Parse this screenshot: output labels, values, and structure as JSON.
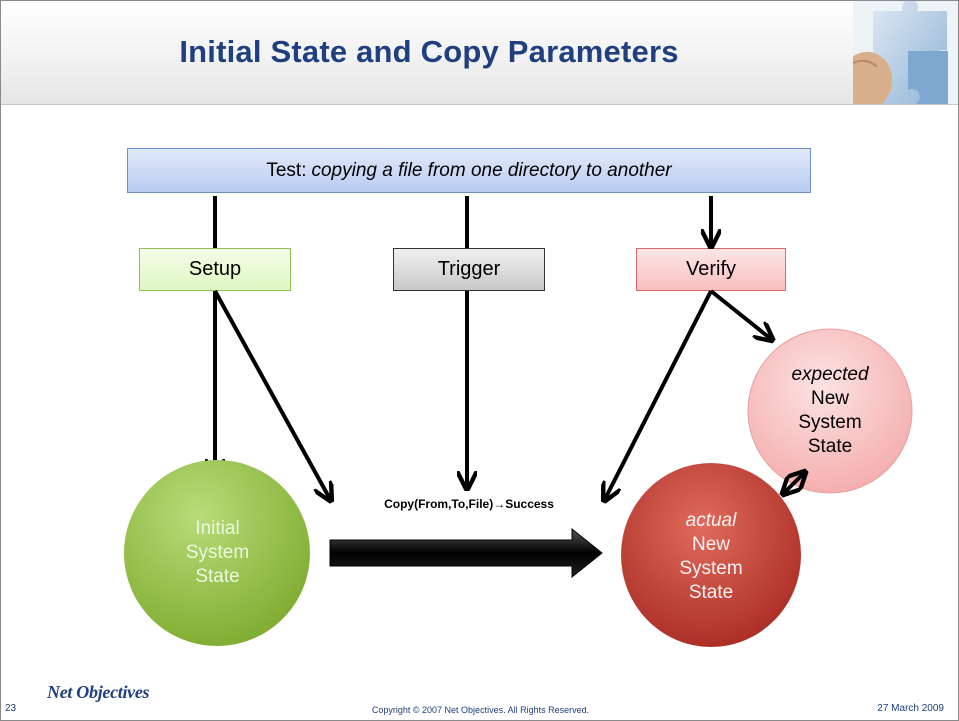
{
  "header": {
    "title": "Initial State and Copy Parameters",
    "image": "puzzle-hand-image"
  },
  "test_box": {
    "prefix": "Test:",
    "description": "copying a file from one directory to another"
  },
  "phases": {
    "setup": "Setup",
    "trigger": "Trigger",
    "verify": "Verify"
  },
  "states": {
    "initial": [
      "Initial",
      "System",
      "State"
    ],
    "actual": {
      "qualifier": "actual",
      "lines": [
        "New",
        "System",
        "State"
      ]
    },
    "expected": {
      "qualifier": "expected",
      "lines": [
        "New",
        "System",
        "State"
      ]
    }
  },
  "operation_label": "Copy(From,To,File)→Success",
  "footer": {
    "slide_number": "23",
    "logo_text": "Net Objectives",
    "copyright": "Copyright © 2007 Net Objectives. All Rights Reserved.",
    "date": "27 March 2009"
  },
  "colors": {
    "title": "#1f3f7f",
    "setup_fill": "#dff7c3",
    "verify_fill": "#f9c0c0",
    "initial_circle": "#8cbf3a",
    "actual_circle": "#c0392f",
    "expected_circle": "#f8c5c5"
  }
}
